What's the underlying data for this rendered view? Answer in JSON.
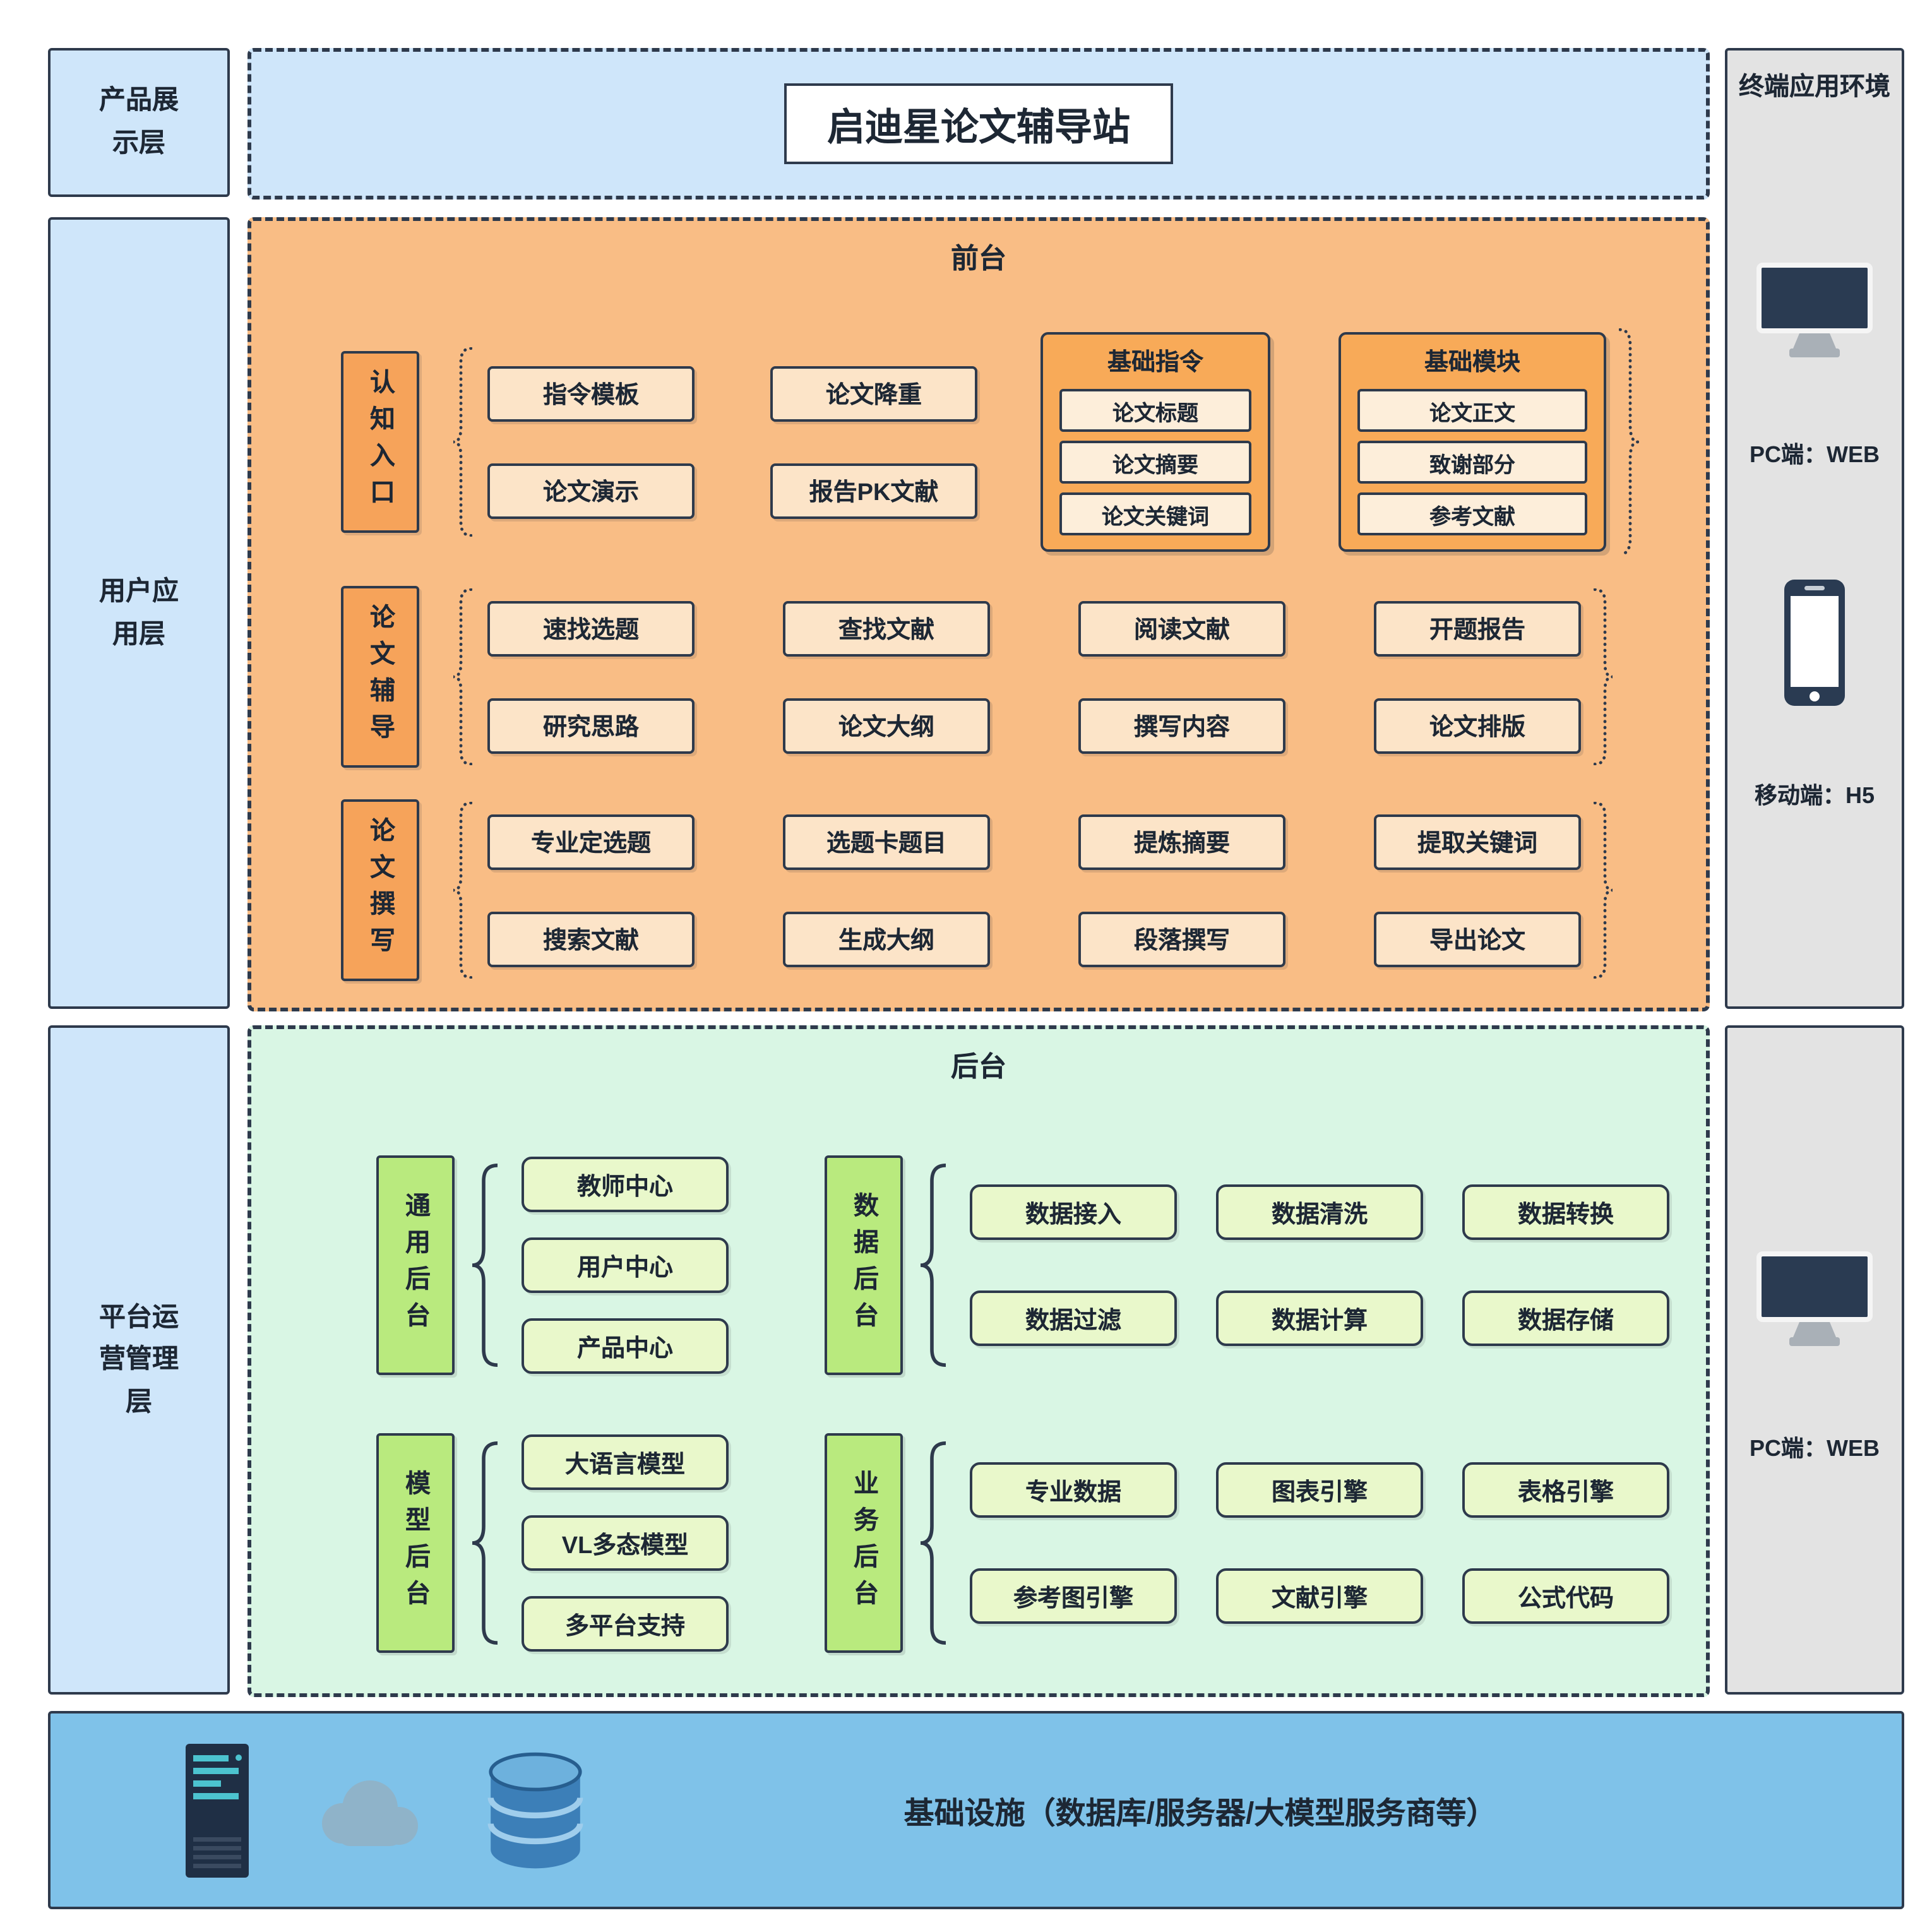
{
  "title": "启迪星论文辅导站",
  "layers": {
    "product": "产品展\n示层",
    "user": "用户应\n用层",
    "platform": "平台运\n营管理\n层"
  },
  "terminal": {
    "header": "终端应用环境",
    "pc_web_top": "PC端：WEB",
    "mobile_h5": "移动端：H5",
    "pc_web_bottom": "PC端：WEB"
  },
  "frontend": {
    "label": "前台",
    "rows": [
      {
        "category": "认知入口",
        "items": [
          "指令模板",
          "论文演示",
          "论文降重",
          "报告PK文献"
        ],
        "groups": [
          {
            "title": "基础指令",
            "items": [
              "论文标题",
              "论文摘要",
              "论文关键词"
            ]
          },
          {
            "title": "基础模块",
            "items": [
              "论文正文",
              "致谢部分",
              "参考文献"
            ]
          }
        ]
      },
      {
        "category": "论文辅导",
        "items": [
          "速找选题",
          "查找文献",
          "阅读文献",
          "开题报告",
          "研究思路",
          "论文大纲",
          "撰写内容",
          "论文排版"
        ]
      },
      {
        "category": "论文撰写",
        "items": [
          "专业定选题",
          "选题卡题目",
          "提炼摘要",
          "提取关键词",
          "搜索文献",
          "生成大纲",
          "段落撰写",
          "导出论文"
        ]
      }
    ]
  },
  "backend": {
    "label": "后台",
    "groups": [
      {
        "category": "通用后台",
        "items": [
          "教师中心",
          "用户中心",
          "产品中心"
        ]
      },
      {
        "category": "数据后台",
        "items": [
          "数据接入",
          "数据清洗",
          "数据转换",
          "数据过滤",
          "数据计算",
          "数据存储"
        ]
      },
      {
        "category": "模型后台",
        "items": [
          "大语言模型",
          "VL多态模型",
          "多平台支持"
        ]
      },
      {
        "category": "业务后台",
        "items": [
          "专业数据",
          "图表引擎",
          "表格引擎",
          "参考图引擎",
          "文献引擎",
          "公式代码"
        ]
      }
    ]
  },
  "infrastructure": {
    "label": "基础设施（数据库/服务器/大模型服务商等）"
  },
  "icons": {
    "terminal_pc": "monitor-icon",
    "terminal_mobile": "smartphone-icon",
    "infrastructure": [
      "server-icon",
      "cloud-icon",
      "database-icon"
    ]
  },
  "colors": {
    "border_dark": "#2e3a4c",
    "layer_blue": "#cfe6fa",
    "frontend_bg": "#f9bd85",
    "frontend_item": "#fce4c8",
    "frontend_category": "#f6a35a",
    "frontend_group": "#f8aa58",
    "backend_bg": "#d9f6e4",
    "backend_item": "#e9f8cb",
    "backend_category": "#b9ea7e",
    "infrastructure_blue": "#7fc2e9",
    "terminal_gray": "#e3e3e3"
  }
}
